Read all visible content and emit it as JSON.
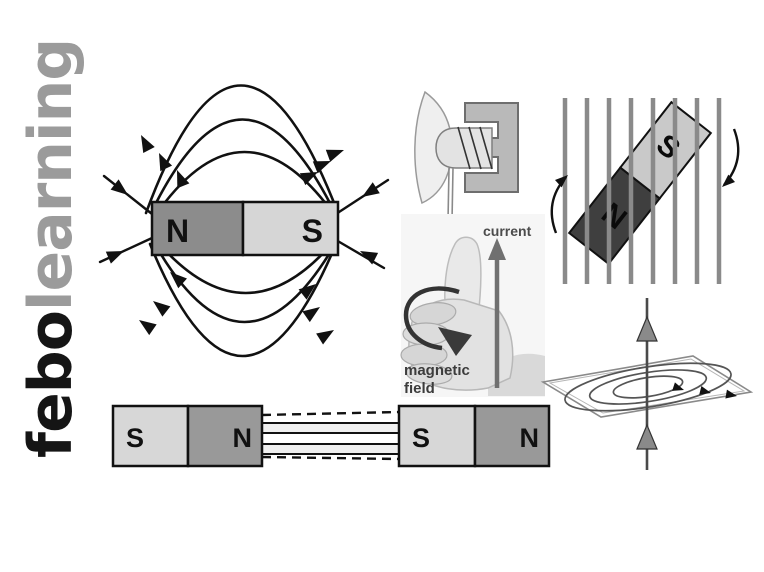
{
  "page": {
    "background": "#ffffff",
    "description_labels_only": true
  },
  "logo": {
    "text_black": "febo",
    "text_gray": "learning",
    "color_black": "#151515",
    "color_gray": "#9b9b9b"
  },
  "field_magnet": {
    "north_label": "N",
    "south_label": "S",
    "north_color": "#8c8c8c",
    "south_color": "#d6d6d6",
    "line_color": "#111111"
  },
  "rotating_magnet": {
    "north_label": "N",
    "south_label": "S",
    "north_color": "#3f3f3f",
    "south_color": "#c9c9c9",
    "field_bar_color": "#8a8a8a"
  },
  "hand_rule": {
    "current_label": "current",
    "magnetic_label_line1": "magnetic",
    "magnetic_label_line2": "field",
    "label_color": "#3c3c3c",
    "current_arrow_color": "#707070",
    "field_arrow_color": "#333333"
  },
  "attracting_magnets": {
    "left_south": "S",
    "left_north": "N",
    "right_south": "S",
    "right_north": "N",
    "south_color": "#d7d7d7",
    "north_color": "#999999"
  },
  "wire_field": {
    "wire_color": "#4a4a4a",
    "plane_color": "#8a8a8a",
    "arrow_fill": "#8a8a8a"
  },
  "speaker": {
    "magnet_color": "#b9b9b9",
    "cone_color": "#efefef",
    "coil_color": "#e3e3e3"
  }
}
